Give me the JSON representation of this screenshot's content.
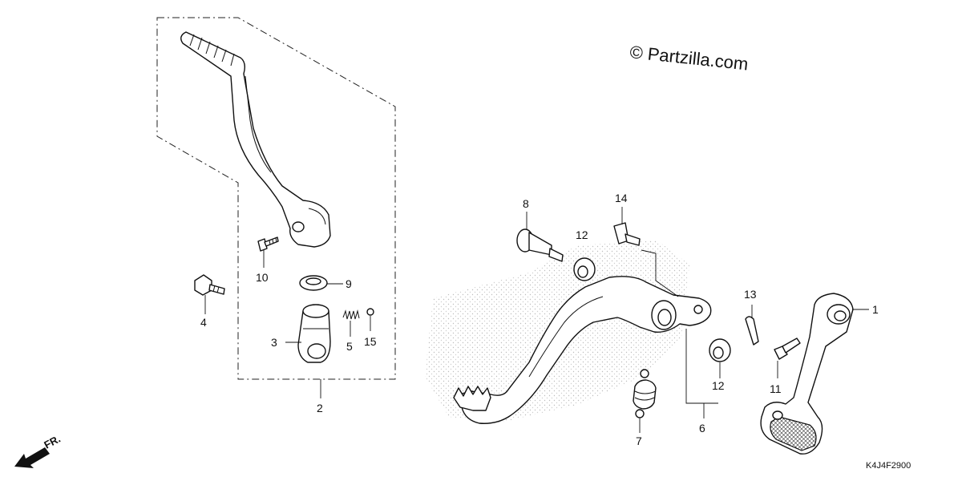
{
  "watermark": "© Partzilla.com",
  "diagram_code": "K4J4F2900",
  "front_arrow_label": "FR.",
  "callouts": {
    "1": "1",
    "2": "2",
    "3": "3",
    "4": "4",
    "5": "5",
    "6": "6",
    "7": "7",
    "8": "8",
    "9": "9",
    "10": "10",
    "11": "11",
    "12a": "12",
    "12b": "12",
    "13": "13",
    "14": "14",
    "15": "15"
  }
}
